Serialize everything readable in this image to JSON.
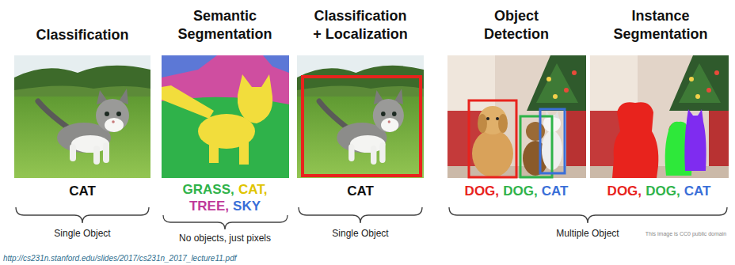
{
  "diagram": {
    "labels": [
      "Classification",
      "Semantic Segmentation",
      "Classification + Localization",
      "Object Detection",
      "Instance Segmentation",
      "CAT",
      "GRASS,",
      "CAT,",
      "TREE,",
      "SKY",
      "CAT",
      "DOG,",
      "DOG,",
      "CAT",
      "DOG,",
      "DOG,",
      "CAT",
      "Single Object",
      "No objects, just pixels",
      "Single Object",
      "Multiple Object",
      "http://cs231n.stanford.edu/slides/2017/cs231n_2017_lecture11.pdf",
      "This image is CC0 public domain"
    ]
  }
}
